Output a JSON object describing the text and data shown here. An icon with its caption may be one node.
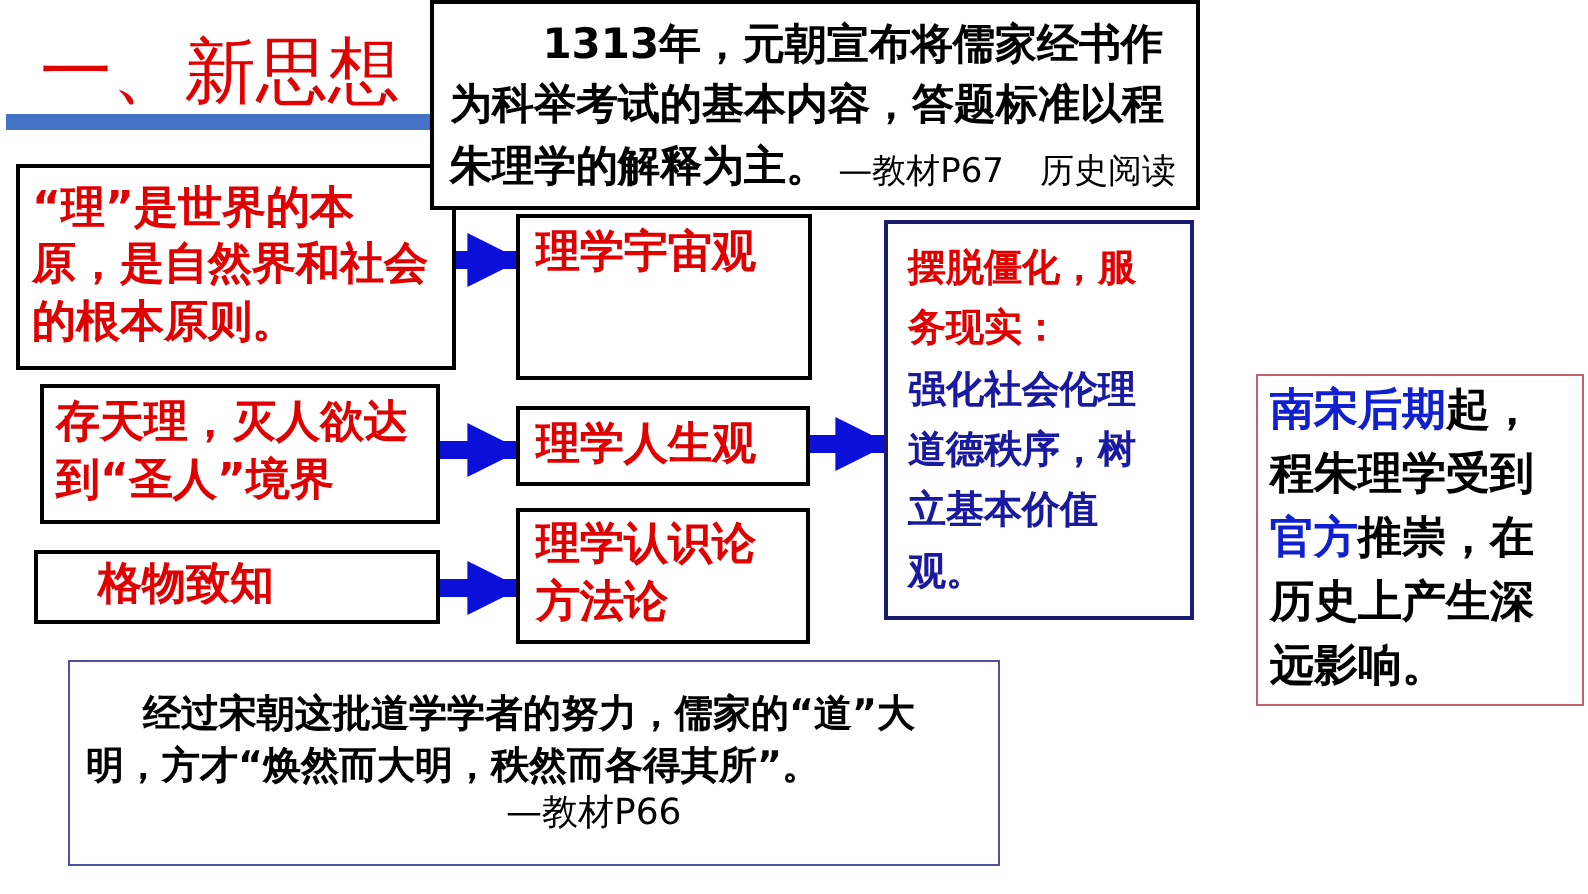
{
  "diagram": {
    "title": "一、新思想",
    "nodes": [
      {
        "text": [
          "“理”是世界的本原，是自然界和社会的根本原则。"
        ]
      },
      {
        "text": [
          "理学宇宙观"
        ]
      },
      {
        "text": [
          "存天理，灭人欲达到“圣人”境界"
        ]
      },
      {
        "text": [
          "理学人生观"
        ]
      },
      {
        "text": [
          "格物致知"
        ]
      },
      {
        "text": [
          "理学认识论方法论"
        ]
      },
      {
        "text": [
          "摆脱僵化，服务现实：",
          "强化社会伦理道德秩序，树立基本价值观。"
        ]
      },
      {
        "text": [
          "1313年，元朝宣布将儒家经书作为科举考试的基本内容，答题标准以程朱理学的解释为主。",
          "—教材P67",
          "历史阅读"
        ]
      },
      {
        "text": [
          "经过宋朝这批道学学者的努力，儒家的“道”大明，方才“焕然而大明，秩然而各得其所”。",
          "—教材P66"
        ]
      },
      {
        "text": [
          "**南宋后期**起，程朱理学受到**官方**推崇，在历史上产生深远影响。"
        ]
      }
    ],
    "edges": [
      {
        "from": 0,
        "to": 1,
        "arrow": "to"
      },
      {
        "from": 2,
        "to": 3,
        "arrow": "to"
      },
      {
        "from": 4,
        "to": 5,
        "arrow": "to"
      },
      {
        "from": 3,
        "to": 6,
        "arrow": "to"
      }
    ]
  }
}
